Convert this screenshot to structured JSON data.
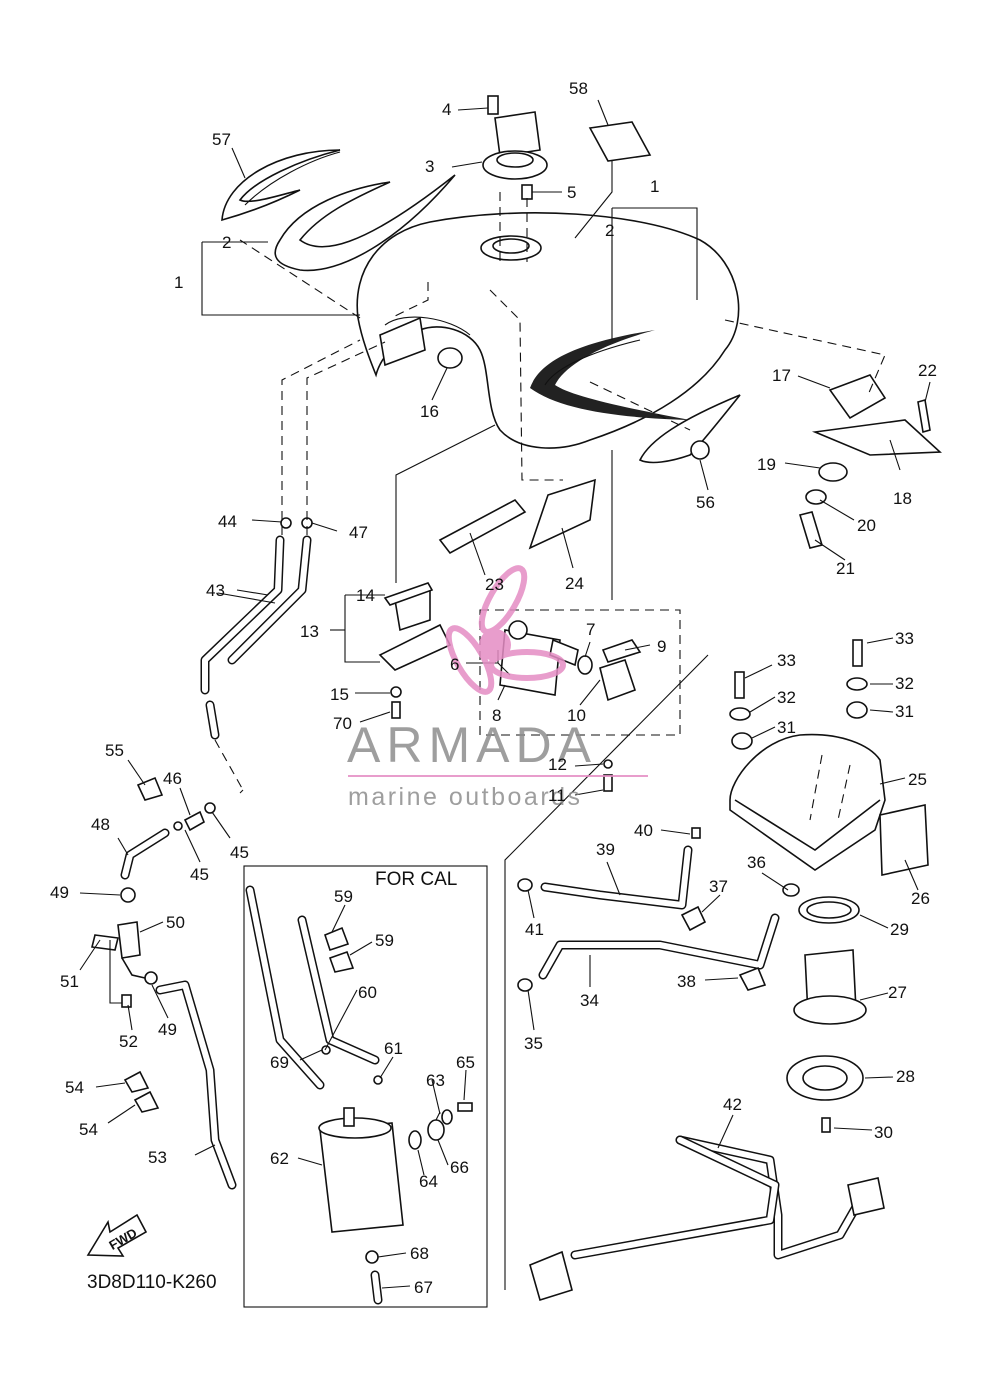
{
  "diagram": {
    "code": "3D8D110-K260",
    "inset_title": "FOR CAL",
    "fwd_label": "FWD",
    "watermark": {
      "brand": "ARMADA",
      "tagline": "marine outboards",
      "accent": "#e58dc4"
    },
    "labels": [
      "1",
      "1",
      "2",
      "2",
      "3",
      "4",
      "5",
      "6",
      "7",
      "8",
      "9",
      "10",
      "11",
      "12",
      "13",
      "14",
      "15",
      "16",
      "17",
      "18",
      "19",
      "20",
      "21",
      "22",
      "23",
      "24",
      "25",
      "26",
      "27",
      "28",
      "29",
      "30",
      "31",
      "31",
      "32",
      "32",
      "33",
      "33",
      "34",
      "35",
      "36",
      "37",
      "38",
      "39",
      "40",
      "41",
      "42",
      "43",
      "44",
      "45",
      "45",
      "46",
      "47",
      "48",
      "49",
      "49",
      "50",
      "51",
      "52",
      "53",
      "54",
      "54",
      "55",
      "56",
      "57",
      "58",
      "59",
      "59",
      "60",
      "61",
      "62",
      "63",
      "64",
      "65",
      "66",
      "67",
      "68",
      "69",
      "70"
    ]
  }
}
